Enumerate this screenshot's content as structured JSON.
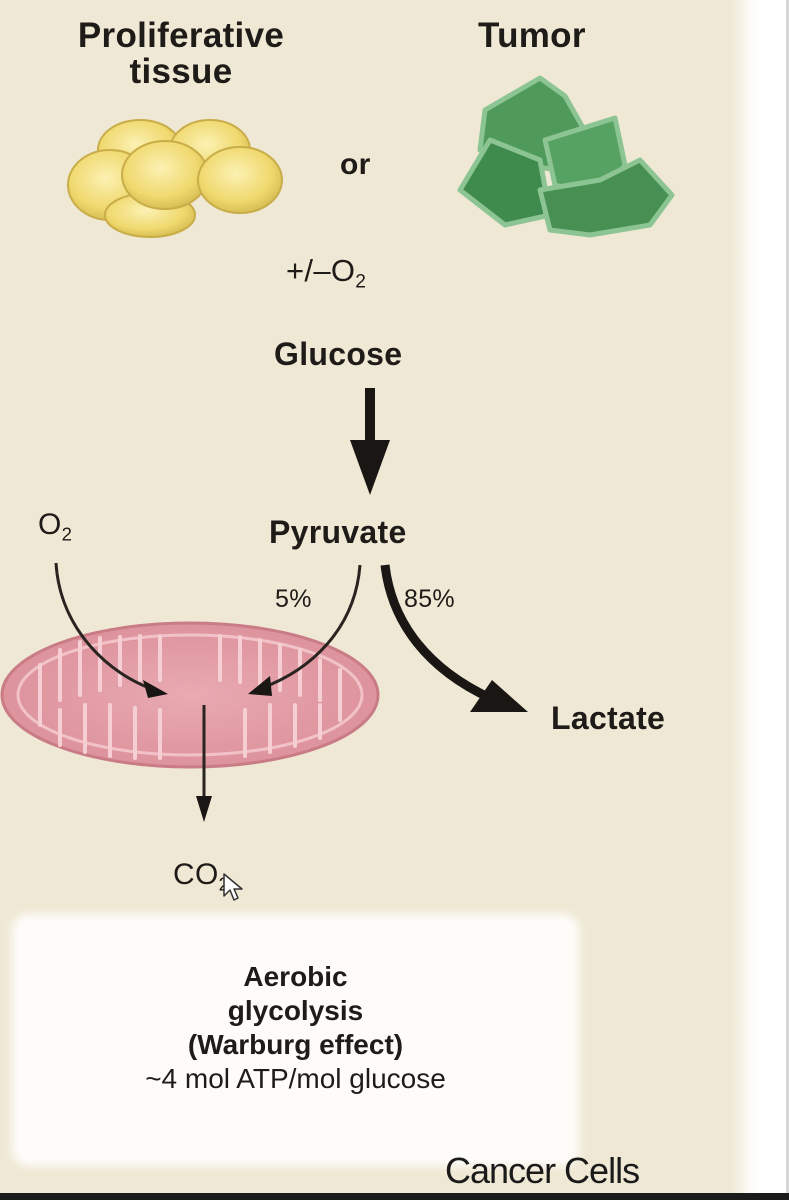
{
  "diagram": {
    "labels": {
      "proliferative_line1": "Proliferative",
      "proliferative_line2": "tissue",
      "tumor": "Tumor",
      "or": "or",
      "oxygen_condition_prefix": "+/–O",
      "oxygen_condition_sub": "2",
      "glucose": "Glucose",
      "pyruvate": "Pyruvate",
      "oxygen_left_prefix": "O",
      "oxygen_left_sub": "2",
      "percent_to_mitochondria": "5%",
      "percent_to_lactate": "85%",
      "lactate": "Lactate",
      "co2_prefix": "CO",
      "co2_sub": "2"
    },
    "summary_box": {
      "line1": "Aerobic",
      "line2": "glycolysis",
      "line3": "(Warburg effect)",
      "line4": "~4 mol ATP/mol glucose"
    },
    "caption": "Cancer Cells",
    "illustrations": {
      "proliferative_cells": {
        "icon": "yellow-cell-cluster-icon",
        "color": "#f2de7a"
      },
      "tumor_cells": {
        "icon": "green-tumor-cluster-icon",
        "color": "#4f9a5a"
      },
      "mitochondrion": {
        "icon": "mitochondrion-icon",
        "color": "#e39aa3"
      }
    },
    "flow": [
      {
        "from": "Glucose",
        "to": "Pyruvate",
        "style": "thick-arrow"
      },
      {
        "from": "Pyruvate",
        "to": "Mitochondrion",
        "label": "5%",
        "style": "thin-curved-arrow"
      },
      {
        "from": "O2",
        "to": "Mitochondrion",
        "style": "thin-curved-arrow"
      },
      {
        "from": "Pyruvate",
        "to": "Lactate",
        "label": "85%",
        "style": "thick-curved-arrow"
      },
      {
        "from": "Mitochondrion",
        "to": "CO2",
        "style": "thin-arrow"
      }
    ],
    "colors": {
      "background": "#efe8d4",
      "text": "#1e1b18",
      "summary_box": "#fdfcf9"
    }
  }
}
